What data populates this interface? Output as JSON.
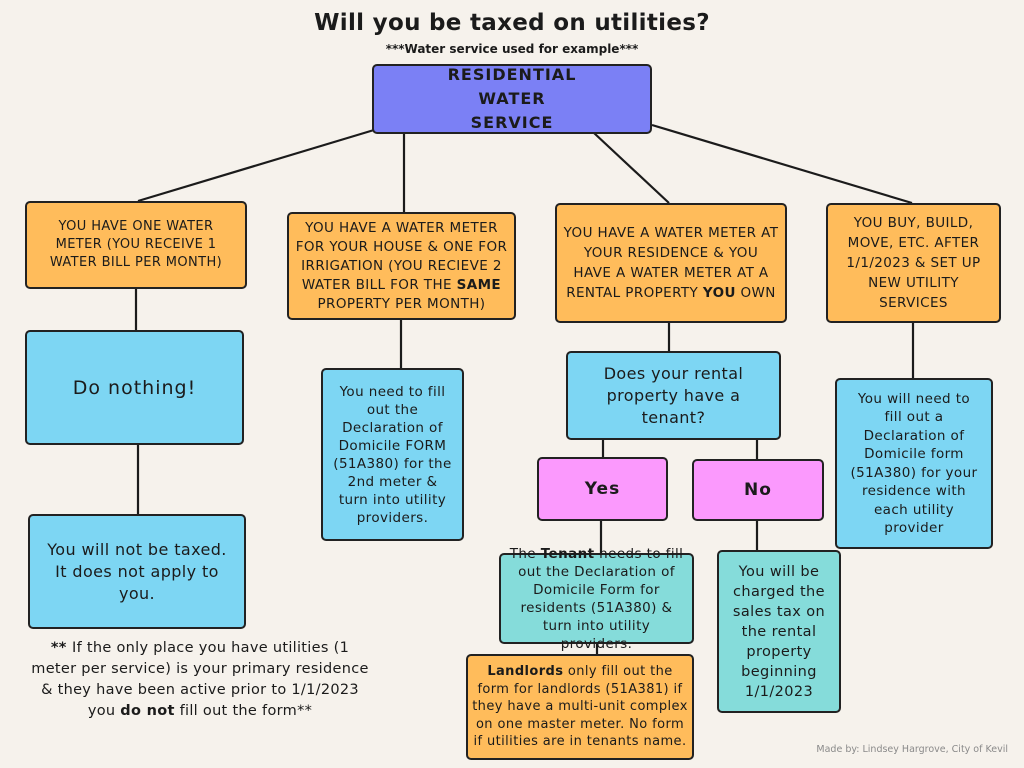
{
  "title": "Will you be taxed on utilities?",
  "subtitle": "***Water service used for example***",
  "root": "RESIDENTIAL WATER SERVICE",
  "branches": {
    "one_meter": "YOU HAVE ONE WATER METER (YOU RECEIVE 1 WATER BILL PER MONTH)",
    "irrigation_pre": "YOU HAVE A WATER METER FOR YOUR HOUSE & ONE FOR IRRIGATION (YOU RECIEVE 2 WATER BILL FOR THE ",
    "irrigation_bold": "SAME",
    "irrigation_post": " PROPERTY PER MONTH)",
    "rental_pre": "YOU HAVE A WATER METER AT YOUR RESIDENCE & YOU HAVE A WATER METER AT A RENTAL PROPERTY ",
    "rental_bold": "YOU",
    "rental_post": " OWN",
    "new_service": "YOU BUY, BUILD, MOVE, ETC. AFTER 1/1/2023 & SET UP NEW UTILITY SERVICES"
  },
  "outcomes": {
    "do_nothing": "Do nothing!",
    "not_taxed": "You will not be taxed. It does not apply to you.",
    "irrigation": "You need to fill out the Declaration of Domicile FORM (51A380) for the 2nd meter & turn into utility providers.",
    "tenant_question": "Does your rental property have a tenant?",
    "yes": "Yes",
    "no": "No",
    "tenant_pre": "The ",
    "tenant_bold": "Tenant",
    "tenant_post": " needs to fill out the Declaration of Domicile Form for residents (51A380) & turn into utility providers.",
    "landlord_bold": "Landlords",
    "landlord_post": " only fill out the form for landlords (51A381) if they have a multi-unit complex on one master meter. No form if utilities are in tenants name.",
    "no_tenant": "You will be charged the sales tax on the rental property beginning 1/1/2023",
    "new_service": "You will need to fill out a Declaration of Domicile form (51A380) for your residence with each utility provider"
  },
  "footnote": {
    "prefix": "** ",
    "pre": "If the only place you have utilities (1 meter per service) is your primary residence & they have been active prior to 1/1/2023 you ",
    "bold": "do not",
    "post": " fill out the form**"
  },
  "credit": "Made by: Lindsey Hargrove, City of Kevil",
  "colors": {
    "background": "#f6f2ec",
    "root": "#7b80f5",
    "condition": "#ffbc5b",
    "outcome": "#7dd6f3",
    "choice": "#fb99fd",
    "rental_outcome": "#85dcda"
  }
}
